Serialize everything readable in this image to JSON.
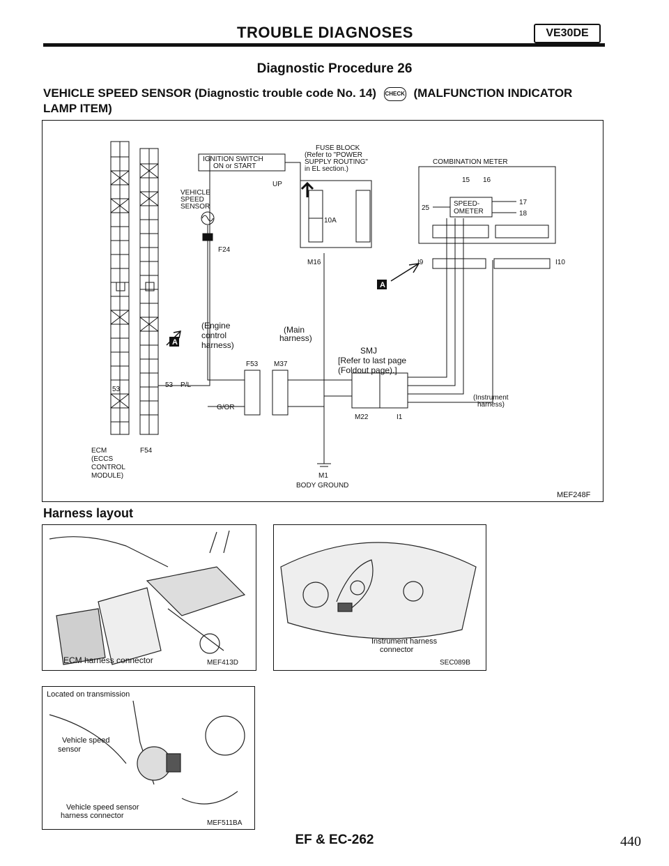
{
  "header": {
    "title": "TROUBLE DIAGNOSES",
    "badge": "VE30DE"
  },
  "procedure_title": "Diagnostic Procedure 26",
  "section": {
    "line1_prefix": "VEHICLE SPEED SENSOR (Diagnostic trouble code No. 14)",
    "icon_text": "CHECK",
    "line1_suffix": "(MALFUNCTION INDICATOR",
    "line2": "LAMP ITEM)"
  },
  "wiring_diagram": {
    "figure_code": "MEF248F",
    "ecm_label": [
      "ECM",
      "(ECCS",
      "CONTROL",
      "MODULE)"
    ],
    "ecm_connector": "F54",
    "ignition_switch": [
      "IGNITION SWITCH",
      "ON or START"
    ],
    "fuse_block": [
      "FUSE BLOCK",
      "(Refer to \"POWER",
      "SUPPLY ROUTING\"",
      "in EL section.)"
    ],
    "fuse_rating": "10A",
    "up_label": "UP",
    "vss_label": [
      "VEHICLE",
      "SPEED",
      "SENSOR"
    ],
    "connectors": {
      "f24": "F24",
      "m16": "M16",
      "f53": "F53",
      "m37": "M37",
      "m22": "M22",
      "i1": "I1",
      "i9": "I9",
      "i10": "I10",
      "m1": "M1"
    },
    "combination_meter": "COMBINATION METER",
    "speedometer": [
      "SPEED-",
      "OMETER"
    ],
    "meter_pins": [
      "15",
      "16",
      "17",
      "18",
      "25"
    ],
    "engine_harness": [
      "(Engine",
      "control",
      "harness)"
    ],
    "main_harness": [
      "(Main",
      "harness)"
    ],
    "smj": [
      "SMJ",
      "[Refer to last page",
      "(Foldout page).]"
    ],
    "instrument_harness": [
      "(Instrument",
      "harness)"
    ],
    "body_ground": "BODY GROUND",
    "wire_53": "53",
    "wire_pl": "P/L",
    "wire_gor": "G/OR",
    "callout_a": "A",
    "ecm_pin_53": "53"
  },
  "harness_layout_title": "Harness layout",
  "photos": [
    {
      "code": "MEF413D",
      "caption": "ECM harness connector"
    },
    {
      "code": "SEC089B",
      "caption": [
        "Instrument harness",
        "connector"
      ]
    },
    {
      "code": "MEF511BA",
      "top_caption": "Located on transmission",
      "caption1": [
        "Vehicle speed",
        "sensor"
      ],
      "caption2": [
        "Vehicle speed sensor",
        "harness connector"
      ]
    }
  ],
  "footer": {
    "code": "EF & EC-262",
    "page": "440"
  }
}
